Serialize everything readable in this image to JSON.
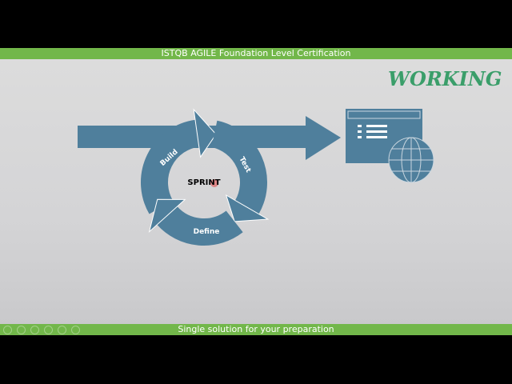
{
  "header": {
    "title": "ISTQB AGILE Foundation Level Certification"
  },
  "footer": {
    "tagline": "Single solution for your preparation"
  },
  "slide": {
    "heading": "WORKING",
    "cycle": {
      "center": "SPRINT",
      "stages": [
        "Build",
        "Test",
        "Define"
      ]
    },
    "icons": [
      "browser-window-icon",
      "globe-icon"
    ],
    "colors": {
      "shape": "#4f7f9c",
      "heading": "#3a9e6a",
      "bar": "#72b74a"
    }
  },
  "player_controls": [
    "prev-icon",
    "next-icon",
    "pen-icon",
    "settings-icon",
    "zoom-icon",
    "more-icon"
  ]
}
